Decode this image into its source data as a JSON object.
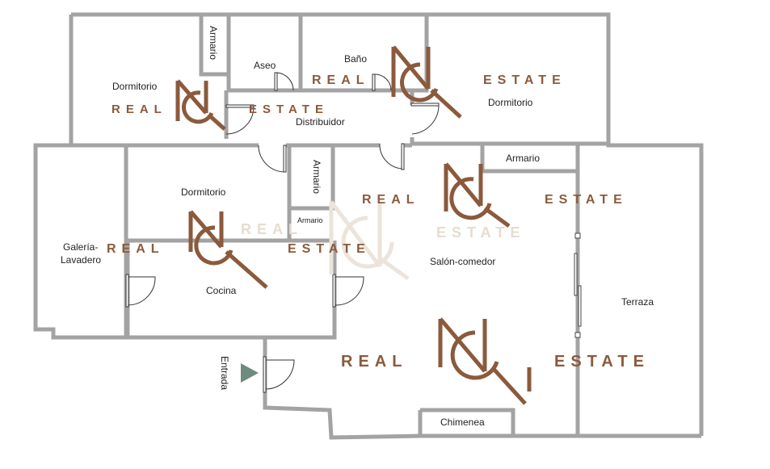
{
  "rooms": {
    "dormitorio_nw": "Dormitorio",
    "armario_top": "Armario",
    "aseo": "Aseo",
    "bano": "Baño",
    "dormitorio_ne": "Dormitorio",
    "distribuidor": "Distribuidor",
    "armario_right": "Armario",
    "armario_mid": "Armario",
    "armario_small": "Armario",
    "dormitorio_mid": "Dormitorio",
    "galeria_line1": "Galería-",
    "galeria_line2": "Lavadero",
    "cocina": "Cocina",
    "salon": "Salón-comedor",
    "terraza": "Terraza",
    "entrada": "Entrada",
    "chimenea": "Chimenea"
  },
  "watermark": {
    "left_word": "REAL",
    "right_word": "ESTATE",
    "monogram": "NQ",
    "color": "#8b5a3c"
  },
  "colors": {
    "wall": "#a3a3a3",
    "entrance_marker": "#6f8a7f"
  }
}
